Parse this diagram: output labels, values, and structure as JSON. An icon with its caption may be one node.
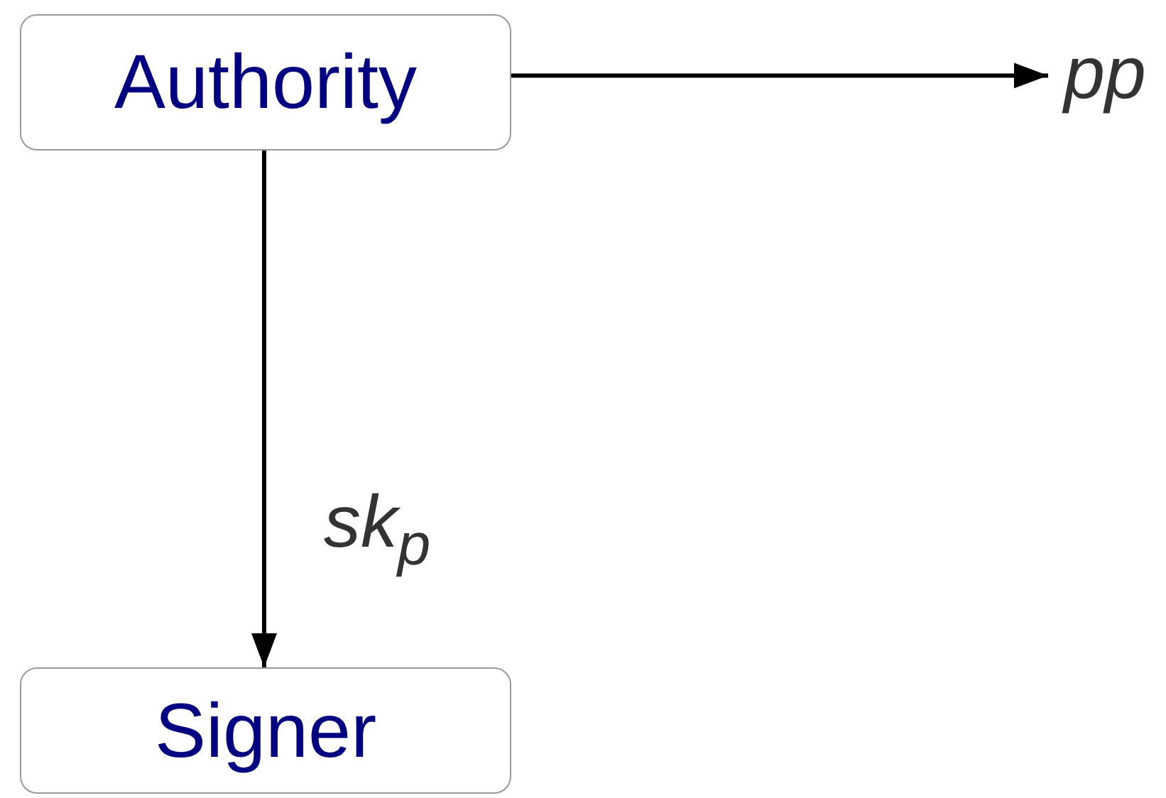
{
  "diagram": {
    "nodes": [
      {
        "text": [
          "Authority"
        ]
      },
      {
        "text": [
          "Signer"
        ]
      },
      {
        "text": [
          "pp"
        ]
      }
    ],
    "edges": [
      {
        "from": 0,
        "to": 2,
        "arrow": "to"
      },
      {
        "from": 0,
        "to": 1,
        "arrow": "to",
        "label": "sk$_{p}$"
      }
    ]
  }
}
